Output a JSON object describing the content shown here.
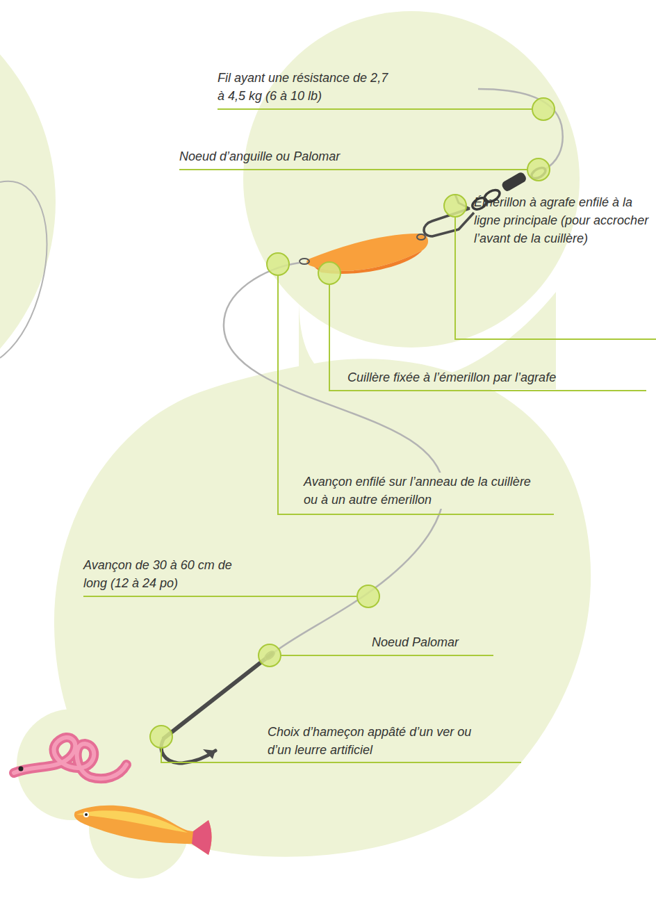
{
  "diagram": {
    "labels": [
      "Fil ayant une résistance de 2,7 à 4,5 kg (6 à 10 lb)",
      "Noeud d’anguille ou Palomar",
      "Émerillon à agrafe enfilé à la ligne principale (pour accrocher l’avant de la cuillère)",
      "Cuillère fixée à l’émerillon par l’agrafe",
      "Avançon enfilé sur l’anneau de la cuillère ou à un autre émerillon",
      "Avançon de 30 à 60 cm de long (12 à 24 po)",
      "Noeud Palomar",
      "Choix d’hameçon appâté d’un ver ou d’un leurre artificiel"
    ]
  }
}
